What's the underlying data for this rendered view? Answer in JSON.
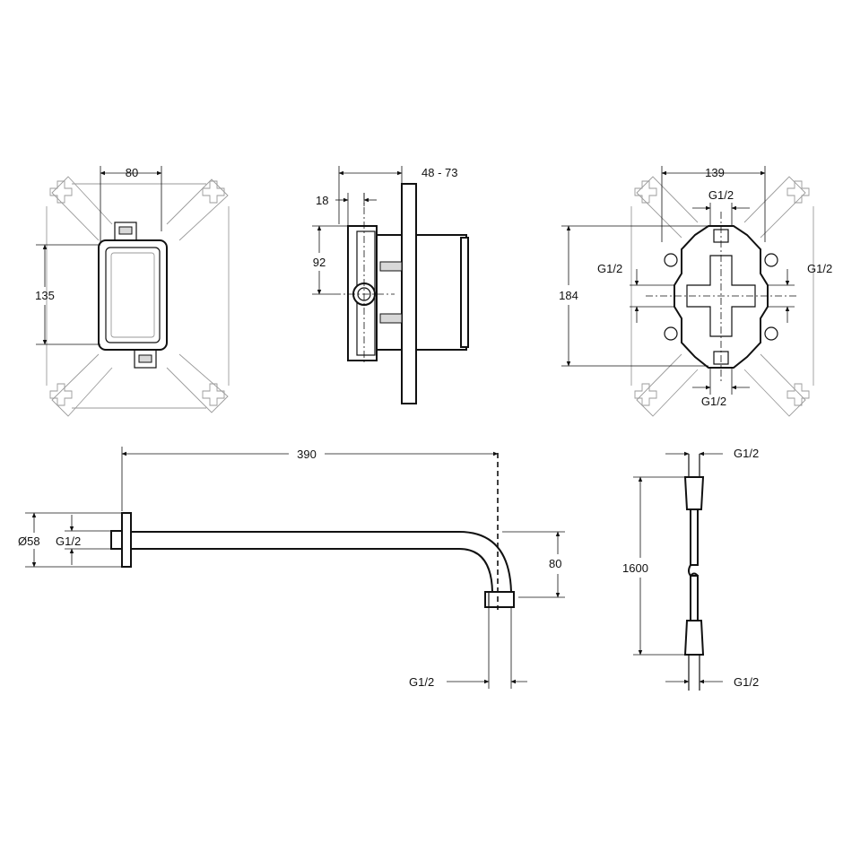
{
  "views": {
    "front_plate": {
      "width_label": "80",
      "height_label": "135"
    },
    "side_valve": {
      "depth_label": "48 - 73",
      "offset_label": "18",
      "height_label": "92"
    },
    "back_plate": {
      "width_label": "139",
      "height_label": "184",
      "thread_top": "G1/2",
      "thread_left": "G1/2",
      "thread_right": "G1/2",
      "thread_bottom": "G1/2"
    },
    "shower_arm": {
      "length_label": "390",
      "flange_label": "Ø58",
      "thread_inlet": "G1/2",
      "drop_label": "80",
      "thread_outlet": "G1/2"
    },
    "hose": {
      "thread_top": "G1/2",
      "length_label": "1600",
      "thread_bottom": "G1/2"
    }
  }
}
